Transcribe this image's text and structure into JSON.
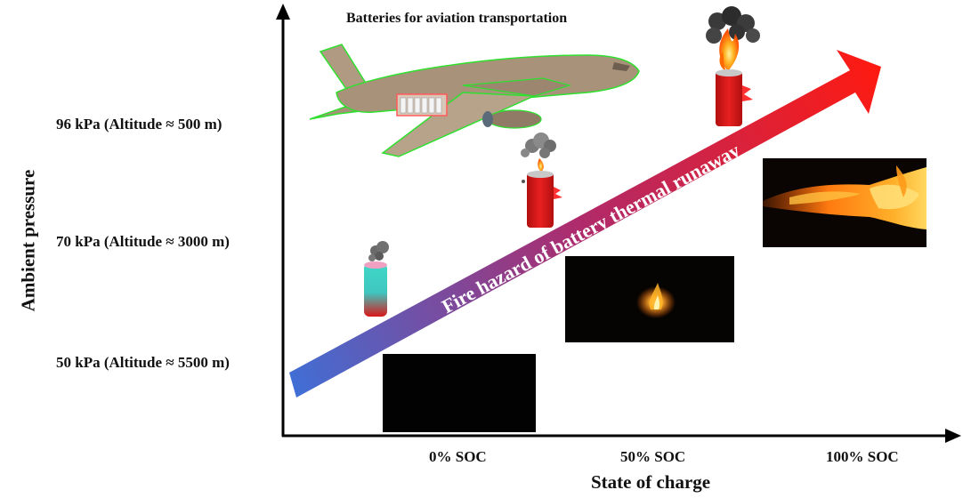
{
  "title": "Batteries for aviation transportation",
  "y_axis": {
    "title": "Ambient pressure",
    "levels": [
      "96 kPa (Altitude ≈ 500 m)",
      "70 kPa (Altitude ≈ 3000 m)",
      "50 kPa (Altitude ≈ 5500 m)"
    ]
  },
  "x_axis": {
    "title": "State of charge",
    "levels": [
      "0% SOC",
      "50% SOC",
      "100% SOC"
    ]
  },
  "arrow_label": "Fire hazard of battery thermal runaway",
  "colors": {
    "arrow_start": "#3f6fd6",
    "arrow_mid": "#b02a6a",
    "arrow_end": "#ff1a10",
    "battery_safe": "#3fd8c8",
    "battery_hot": "#d81818",
    "flame": "#ff9a1a",
    "smoke": "#6a6a6a"
  },
  "icons": [
    "airplane-icon",
    "battery-pack-icon",
    "battery-smoke-icon",
    "battery-fire-icon",
    "flame-photo",
    "smoke-icon"
  ]
}
